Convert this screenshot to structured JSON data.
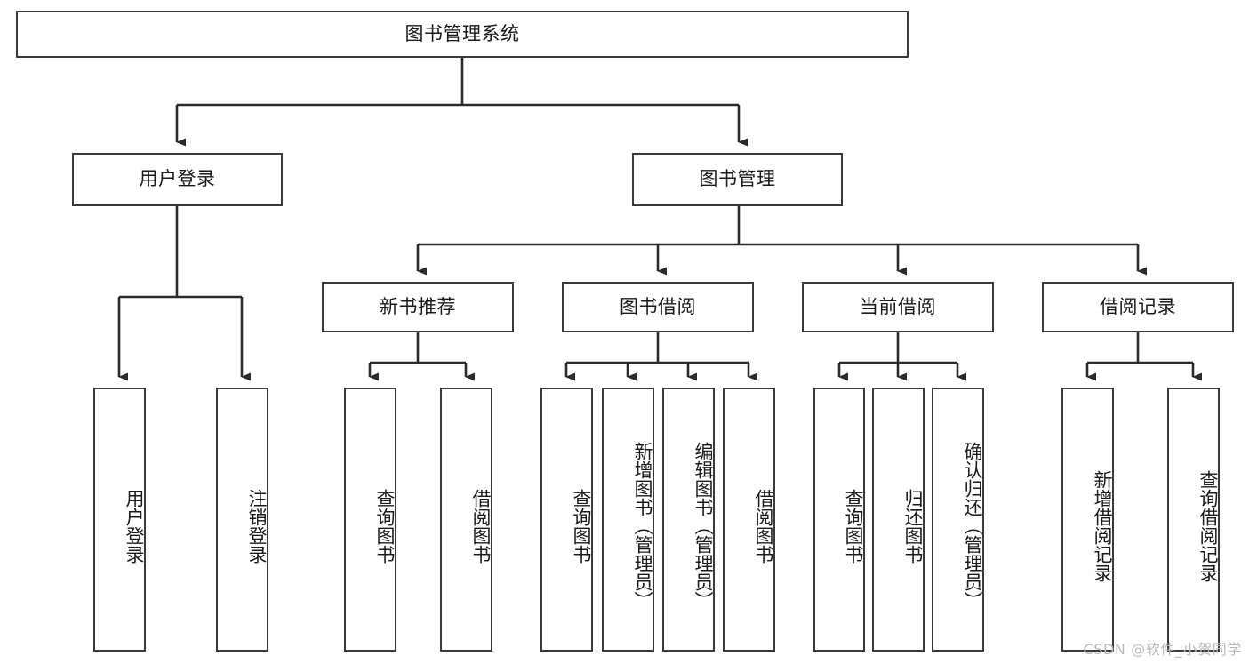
{
  "diagram": {
    "type": "tree",
    "title": "图书管理系统",
    "root": {
      "label": "图书管理系统"
    },
    "level2": [
      {
        "label": "用户登录"
      },
      {
        "label": "图书管理"
      }
    ],
    "level3": [
      {
        "label": "新书推荐"
      },
      {
        "label": "图书借阅"
      },
      {
        "label": "当前借阅"
      },
      {
        "label": "借阅记录"
      }
    ],
    "leaves": {
      "user_login": [
        {
          "label": "用户登录"
        },
        {
          "label": "注销登录"
        }
      ],
      "new_book_recommend": [
        {
          "label": "查询图书"
        },
        {
          "label": "借阅图书"
        }
      ],
      "book_borrow": [
        {
          "label": "查询图书"
        },
        {
          "label": "新增图书（管理员）"
        },
        {
          "label": "编辑图书（管理员）"
        },
        {
          "label": "借阅图书"
        }
      ],
      "current_borrow": [
        {
          "label": "查询图书"
        },
        {
          "label": "归还图书"
        },
        {
          "label": "确认归还（管理员）"
        }
      ],
      "borrow_record": [
        {
          "label": "新增借阅记录"
        },
        {
          "label": "查询借阅记录"
        }
      ]
    },
    "colors": {
      "box_border": "#3a3a3a",
      "box_fill": "#ffffff",
      "connector": "#2b2b2b",
      "text": "#1a1a1a",
      "watermark": "#b9b9b9"
    }
  },
  "watermark": {
    "text": "CSDN @软件_小贺同学"
  }
}
